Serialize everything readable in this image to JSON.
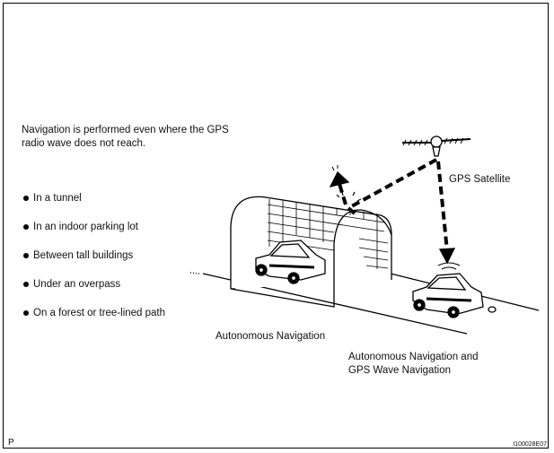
{
  "intro": {
    "line1": "Navigation is performed even where the GPS",
    "line2": "radio wave does not reach."
  },
  "bullets": [
    "In a tunnel",
    "In an indoor parking lot",
    "Between tall buildings",
    "Under an overpass",
    "On a forest or tree-lined path"
  ],
  "labels": {
    "gps_satellite": "GPS Satellite",
    "autonomous": "Autonomous Navigation",
    "combined_line1": "Autonomous Navigation and",
    "combined_line2": "GPS Wave Navigation"
  },
  "footer": {
    "left": "P",
    "code": "I100028E07"
  }
}
